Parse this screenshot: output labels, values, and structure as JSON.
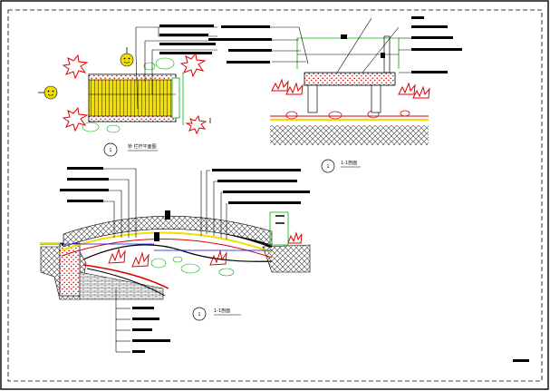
{
  "drawing": {
    "plan_caption": "桥 栏杆平面图",
    "section_caption": "1-1剖面",
    "elevation_caption": "1-1剖面",
    "plan_marker": "1",
    "section_marker": "1",
    "elevation_marker": "1",
    "title_block_text": ""
  },
  "colors": {
    "frame": "#000000",
    "guide": "#00b000",
    "red": "#e00000",
    "blue": "#0000ff",
    "wood": "#f0e000",
    "leader": "#000000"
  }
}
